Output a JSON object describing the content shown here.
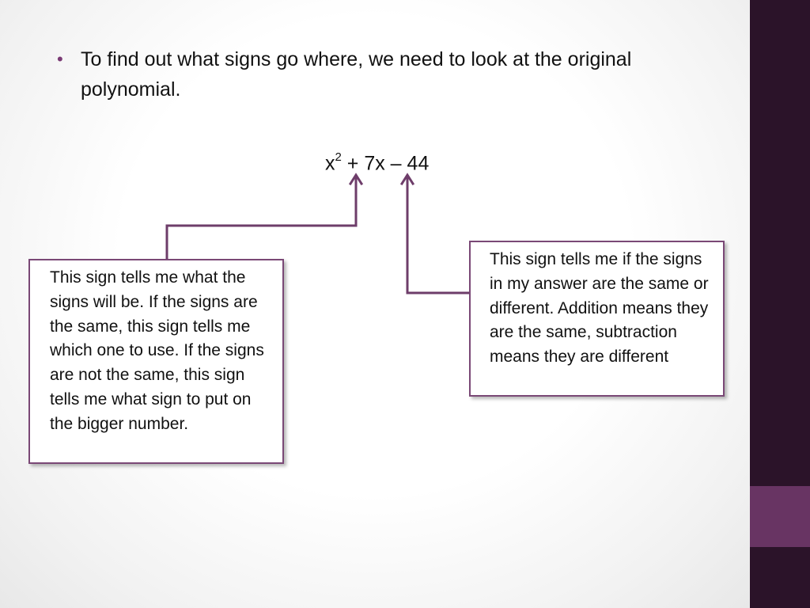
{
  "bullet": {
    "marker": "•",
    "text": "To find out what signs go where, we need to look at the original polynomial."
  },
  "equation": {
    "base": "x",
    "exponent": "2",
    "rest": " + 7x – 44"
  },
  "notes": {
    "left": "This sign tells me what the signs will be.  If the signs are the same, this sign tells me which one to use.  If the signs are not the same, this sign tells me what sign to put on the bigger number.",
    "right": "This sign tells me if the signs in my answer are the same or different.  Addition means they are the same, subtraction means they are different"
  },
  "colors": {
    "accent_purple": "#7a3a74",
    "sidebar_dark": "#2b1329",
    "sidebar_accent": "#683463",
    "connector": "#6e3d6a"
  }
}
